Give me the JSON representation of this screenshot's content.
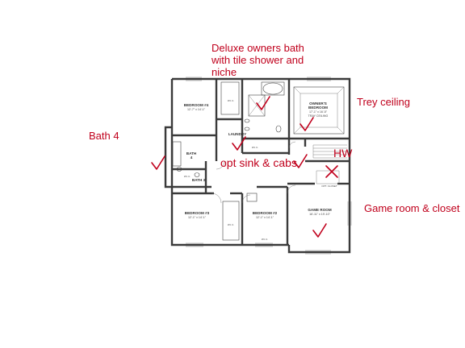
{
  "annotations": {
    "deluxe_bath": [
      "Deluxe owners bath",
      "with tile shower and",
      "niche"
    ],
    "trey_ceiling": "Trey ceiling",
    "bath4": "Bath 4",
    "opt_sink": "opt sink & cabs",
    "hw": "HW",
    "game_room": "Game room & closet"
  },
  "rooms": {
    "bedroom4": {
      "name": "BEDROOM #4",
      "size": "12'-7\" x 14'-1\""
    },
    "owners_bedroom": {
      "name_line1": "OWNER'S",
      "name_line2": "BEDROOM",
      "size": "17'-1\" x 16'-5\"",
      "ceiling": "TRAY CEILING"
    },
    "laundry": {
      "name": "LAUNDRY"
    },
    "bath4": {
      "name": "BATH",
      "number": "4"
    },
    "bath3": {
      "name": "BATH 3"
    },
    "bedroom3": {
      "name": "BEDROOM #3",
      "size": "12'-1\" x 14'-1\""
    },
    "bedroom2": {
      "name": "BEDROOM #2",
      "size": "12'-1\" x 14'-1\""
    },
    "game_room": {
      "name": "GAME ROOM",
      "size": "16'-11\" x 19'-10\""
    }
  },
  "closet_labels": {
    "wic": "W.I.C.",
    "opt_closet": "OPT. CLOSET"
  },
  "colors": {
    "annotation": "#c0001c",
    "wall": "#3a3a3a"
  }
}
